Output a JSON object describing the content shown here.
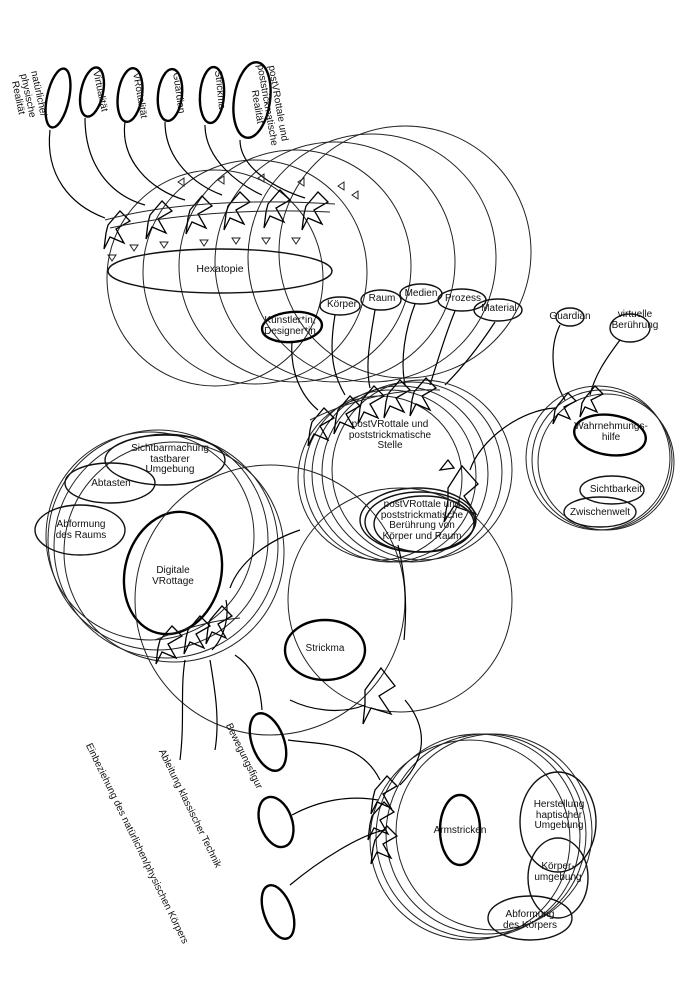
{
  "diagram": {
    "top_ovals": [
      {
        "id": "natural",
        "text": "natürliche/\nphysische\nRealität"
      },
      {
        "id": "virtual",
        "text": "Virtualität"
      },
      {
        "id": "vrottalitaet",
        "text": "VRottalität"
      },
      {
        "id": "guardian",
        "text": "Guardian"
      },
      {
        "id": "strickma",
        "text": "Strickma"
      },
      {
        "id": "postreality",
        "text": "postVRottale und\npoststrickmatische\nRealität"
      }
    ],
    "hexatopie": "Hexatopie",
    "node_labels": {
      "kuenstler": "Künstler*in,\nDesigner*in",
      "koerper": "Körper",
      "raum": "Raum",
      "medien": "Medien",
      "prozess": "Prozess",
      "material": "Material",
      "guardian_small": "Guardian",
      "virtuelle_beruehrung": "virtuelle\nBerührung",
      "stelle": "postVRottale und\npoststrickmatische\nStelle",
      "wahrnehmungshilfe": "Wahrnehmungs-\nhilfe",
      "sichtbarkeit": "Sichtbarkeit",
      "zwischenwelt": "Zwischenwelt",
      "beruehrung": "postVRottale und\npoststrickmatische\nBerührung von\nKörper und Raum",
      "sichtbarmachung": "Sichtbarmachung\ntastbarer\nUmgebung",
      "abtasten": "Abtasten",
      "abformung_raum": "Abformung\ndes Raums",
      "digitale_vrottage": "Digitale\nVRottage",
      "strickma_center": "Strickma",
      "bewegungsfigur": "Bewegungsfigur",
      "ableitung": "Ableitung klassischer Technik",
      "einbeziehung": "Einbeziehung des natürlichen/physischen Körpers",
      "armstricken": "Armstricken",
      "herstellung": "Herstellung\nhaptischer\nUmgebung",
      "koerperumgebung": "Körper-\numgebung",
      "abformung_koerper": "Abformung\ndes Körpers"
    }
  }
}
